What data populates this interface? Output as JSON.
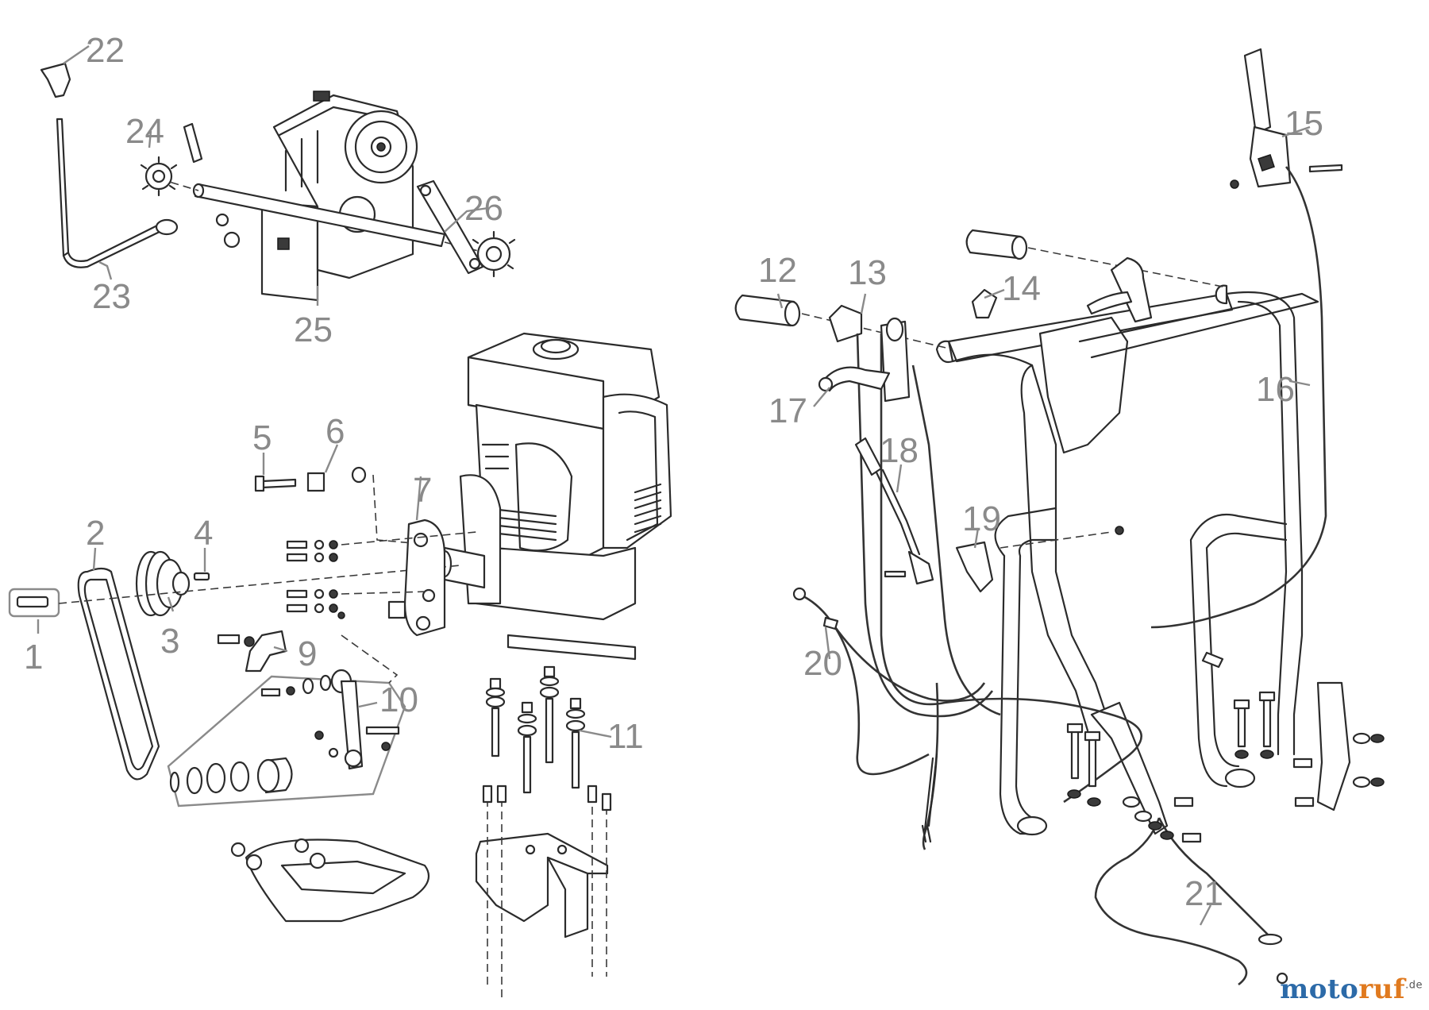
{
  "labels": [
    "1",
    "2",
    "3",
    "4",
    "5",
    "6",
    "7",
    "9",
    "10",
    "11",
    "12",
    "13",
    "14",
    "15",
    "16",
    "17",
    "18",
    "19",
    "20",
    "21",
    "22",
    "23",
    "24",
    "25",
    "26"
  ],
  "logo": {
    "part1": "moto",
    "part2": "ruf",
    "part3": "",
    "suffix": ".de"
  }
}
